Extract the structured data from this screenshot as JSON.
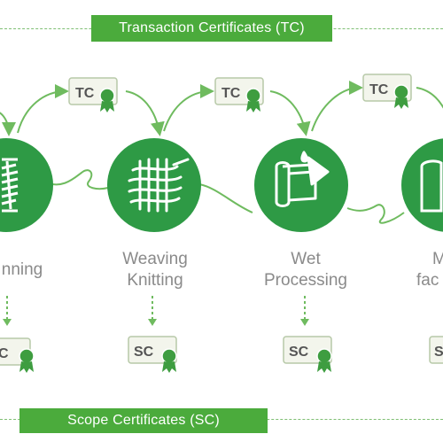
{
  "top_banner": "Transaction Certificates (TC)",
  "bottom_banner": "Scope Certificates (SC)",
  "stages": [
    {
      "label_line1": "nning",
      "label_line2": "",
      "icon": "yarn-spool-icon"
    },
    {
      "label_line1": "Weaving",
      "label_line2": "Knitting",
      "icon": "weave-icon"
    },
    {
      "label_line1": "Wet",
      "label_line2": "Processing",
      "icon": "fabric-dye-icon"
    },
    {
      "label_line1": "M",
      "label_line2": "fac",
      "icon": "garment-icon"
    }
  ],
  "tc_badges": [
    "TC",
    "TC",
    "TC"
  ],
  "sc_badges": [
    "C",
    "SC",
    "SC",
    "SC"
  ],
  "colors": {
    "brand_green": "#4bab3c",
    "circle_green": "#2e9a45",
    "seal_green": "#3e9d40",
    "line_green": "#6fbb5f"
  }
}
